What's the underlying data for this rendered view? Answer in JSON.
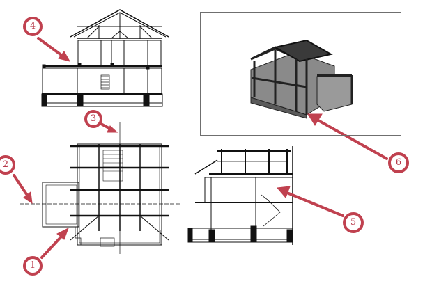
{
  "diagram": {
    "title": "",
    "callout_color": "#c0414f",
    "callouts": [
      {
        "id": 1,
        "label": "1",
        "target": "floor-plan-footprint"
      },
      {
        "id": 2,
        "label": "2",
        "target": "horizontal-section-line"
      },
      {
        "id": 3,
        "label": "3",
        "target": "vertical-section-line"
      },
      {
        "id": 4,
        "label": "4",
        "target": "front-elevation-section"
      },
      {
        "id": 5,
        "label": "5",
        "target": "side-section"
      },
      {
        "id": 6,
        "label": "6",
        "target": "3d-frame-model"
      }
    ],
    "views": [
      {
        "name": "front-section",
        "description": "Cross section with gable roof trusses, two floors and foundation"
      },
      {
        "name": "floor-plan",
        "description": "Plan view with grid of beams and section lines"
      },
      {
        "name": "side-section",
        "description": "Longitudinal section with roof trusses, stair and foundation"
      },
      {
        "name": "3d-model",
        "description": "Isometric 3D timber frame model in framed viewport"
      }
    ]
  }
}
